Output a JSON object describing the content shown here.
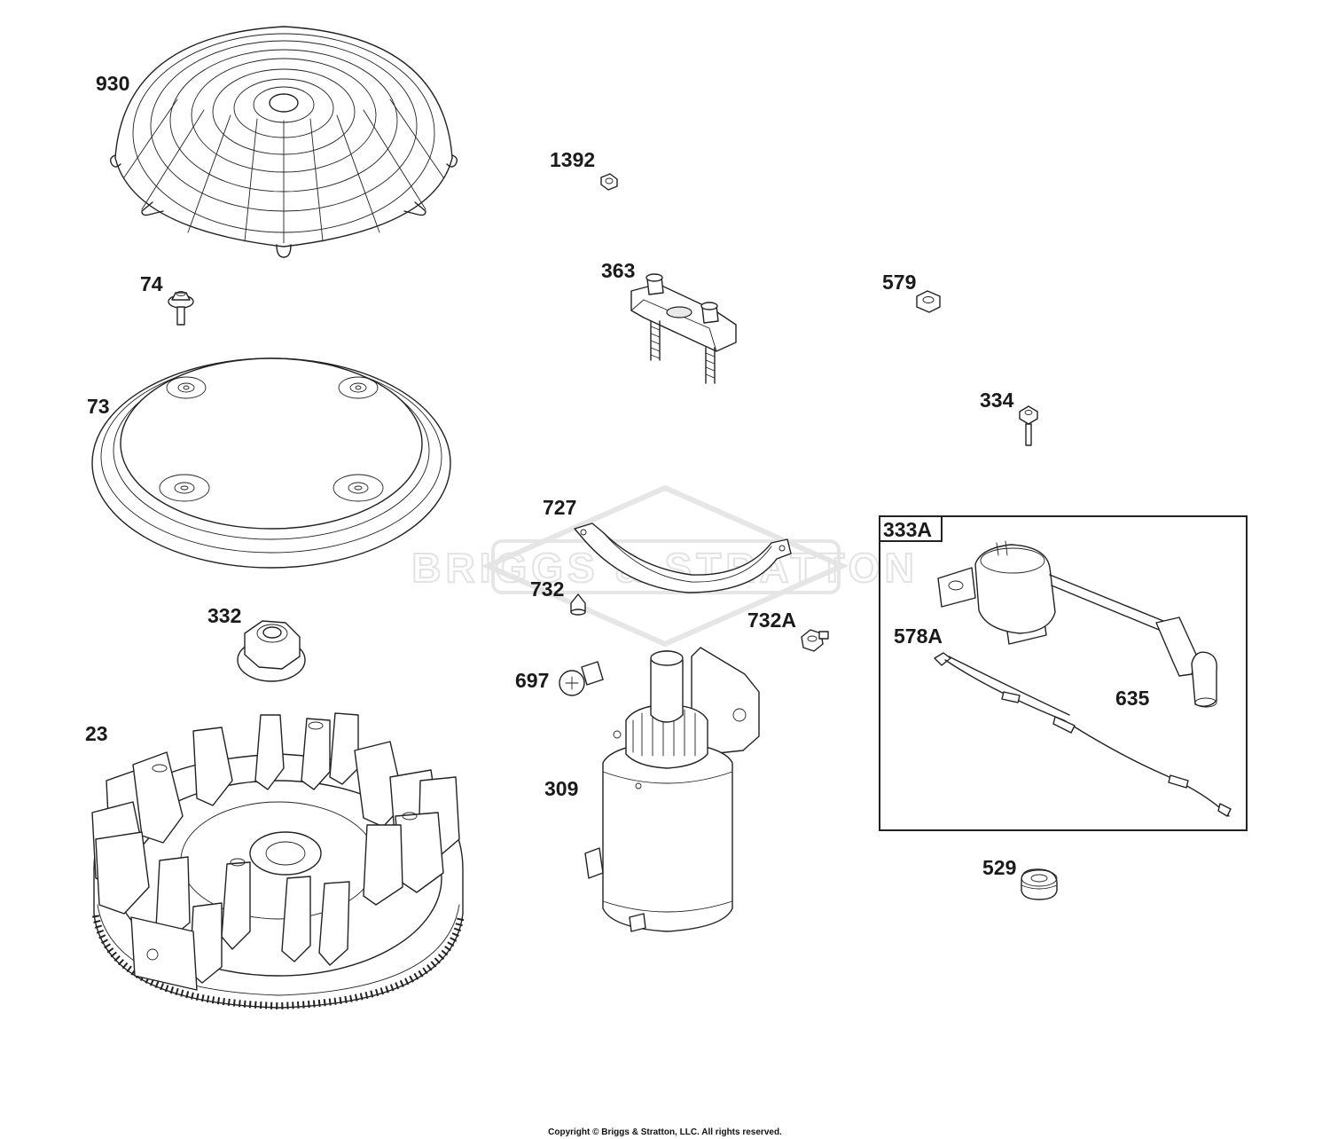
{
  "labels": {
    "p930": "930",
    "p1392": "1392",
    "p74": "74",
    "p363": "363",
    "p579": "579",
    "p73": "73",
    "p334": "334",
    "p727": "727",
    "p333A": "333A",
    "p732": "732",
    "p332": "332",
    "p732A": "732A",
    "p578A": "578A",
    "p697": "697",
    "p635": "635",
    "p23": "23",
    "p309": "309",
    "p529": "529"
  },
  "watermark": "BRIGGS & STRATTON",
  "copyright": "Copyright © Briggs & Stratton, LLC. All rights reserved."
}
